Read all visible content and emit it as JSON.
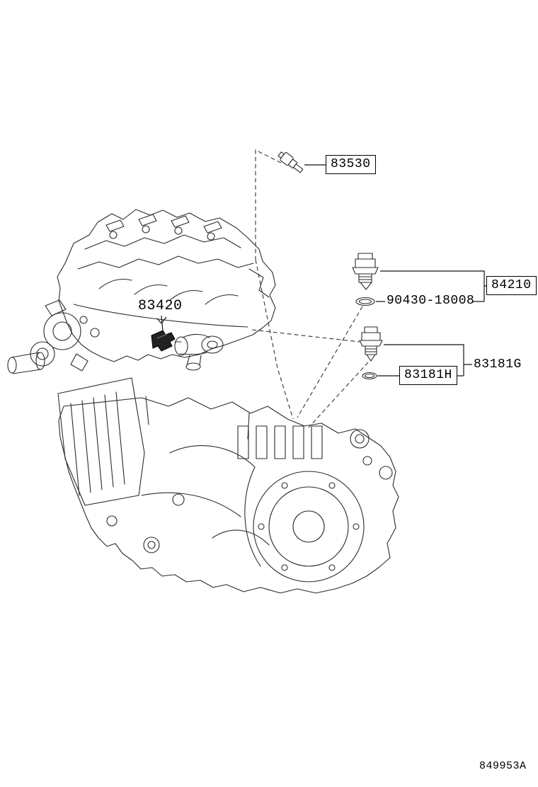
{
  "page": {
    "background": "#ffffff",
    "line_color": "#2b2b2b",
    "label_color": "#000000"
  },
  "diagram": {
    "description": "engine and transaxle line drawing with switch and valve callouts",
    "drawing_code": "849953A",
    "parts": {
      "switch_83530": {
        "label": "83530",
        "boxed": true
      },
      "switch_84210": {
        "label": "84210",
        "boxed": true
      },
      "gasket_90430": {
        "label": "90430-18008",
        "boxed": false
      },
      "switch_83181g": {
        "label": "83181G",
        "boxed": false
      },
      "oring_83181h": {
        "label": "83181H",
        "boxed": true
      },
      "switch_83420": {
        "label": "83420",
        "boxed": false
      }
    }
  }
}
